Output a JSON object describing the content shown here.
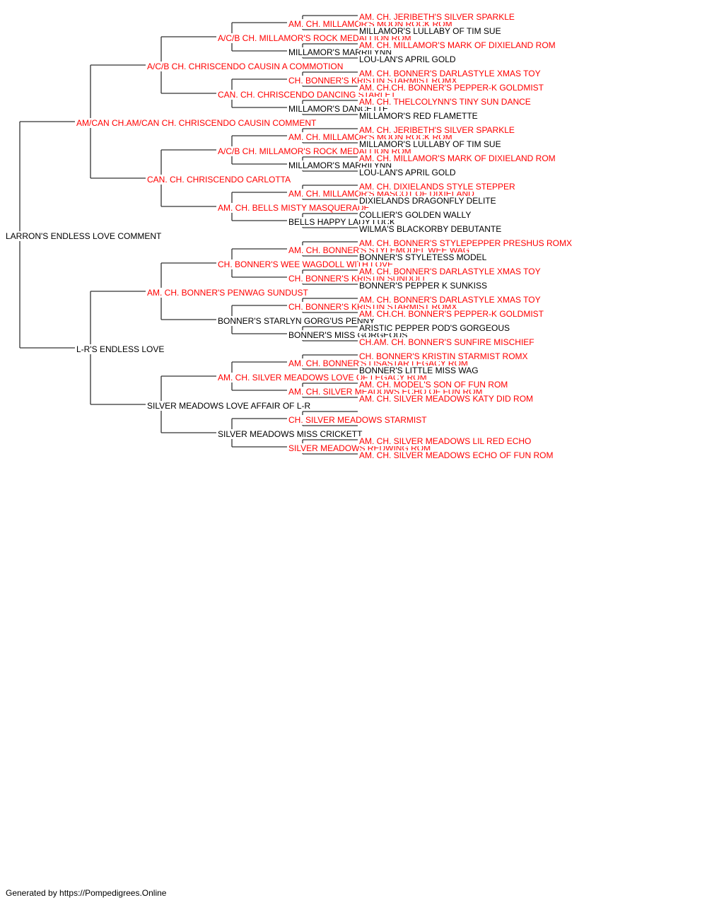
{
  "pedigree": {
    "subject": {
      "name": "LARRON'S ENDLESS LOVE COMMENT",
      "titled": false
    },
    "gen1": [
      {
        "name": "AM/CAN CH.AM/CAN CH. CHRISCENDO CAUSIN COMMENT",
        "titled": true
      },
      {
        "name": "L-R'S ENDLESS LOVE",
        "titled": false
      }
    ],
    "gen2": [
      {
        "name": "A/C/B CH. CHRISCENDO CAUSIN A COMMOTION",
        "titled": true
      },
      {
        "name": "CAN. CH. CHRISCENDO CARLOTTA",
        "titled": true
      },
      {
        "name": "AM. CH. BONNER'S PENWAG SUNDUST",
        "titled": true
      },
      {
        "name": "SILVER MEADOWS LOVE AFFAIR OF L-R",
        "titled": false
      }
    ],
    "gen3": [
      {
        "name": "A/C/B CH. MILLAMOR'S ROCK MEDALLION ROM",
        "titled": true
      },
      {
        "name": "CAN. CH. CHRISCENDO DANCING STARLET",
        "titled": true
      },
      {
        "name": "A/C/B CH. MILLAMOR'S ROCK MEDALLION ROM",
        "titled": true
      },
      {
        "name": "AM. CH. BELLS MISTY MASQUERADE",
        "titled": true
      },
      {
        "name": "CH. BONNER'S WEE WAGDOLL WITH LOVE",
        "titled": true
      },
      {
        "name": "BONNER'S STARLYN GORG'US PENNY",
        "titled": false
      },
      {
        "name": "AM. CH. SILVER MEADOWS LOVE OF LEGACY ROM",
        "titled": true
      },
      {
        "name": "SILVER MEADOWS MISS CRICKETT",
        "titled": false
      }
    ],
    "gen4": [
      {
        "name": "AM. CH. MILLAMOR'S MOON ROCK ROM",
        "titled": true
      },
      {
        "name": "MILLAMOR'S MARRILYNN",
        "titled": false
      },
      {
        "name": "CH. BONNER'S KRISTIN STARMIST ROMX",
        "titled": true
      },
      {
        "name": "MILLAMOR'S DANCETTE",
        "titled": false
      },
      {
        "name": "AM. CH. MILLAMOR'S MOON ROCK ROM",
        "titled": true
      },
      {
        "name": "MILLAMOR'S MARRILYNN",
        "titled": false
      },
      {
        "name": "AM. CH. MILLAMOR'S MASCOT OF DIXIELAND",
        "titled": true
      },
      {
        "name": "BELLS HAPPY LADY LUCK",
        "titled": false
      },
      {
        "name": "AM. CH. BONNER'S STYLEMODEL WEE WAG",
        "titled": true
      },
      {
        "name": "CH. BONNER'S KRISTIN SUNDOLL",
        "titled": true
      },
      {
        "name": "CH. BONNER'S KRISTIN STARMIST ROMX",
        "titled": true
      },
      {
        "name": "BONNER'S MISS GORGEOUS",
        "titled": false
      },
      {
        "name": "AM. CH. BONNER'S LISASTAR LEGACY ROM",
        "titled": true
      },
      {
        "name": "AM. CH. SILVER MEADOWS ECHO OF FUN ROM",
        "titled": true
      },
      {
        "name": "CH. SILVER MEADOWS STARMIST",
        "titled": true
      },
      {
        "name": "SILVER MEADOWS REDWING ROM",
        "titled": true
      }
    ],
    "gen5": [
      {
        "name": "AM. CH. JERIBETH'S SILVER SPARKLE",
        "titled": true
      },
      {
        "name": "MILLAMOR'S LULLABY OF TIM SUE",
        "titled": false
      },
      {
        "name": "AM. CH. MILLAMOR'S MARK OF DIXIELAND ROM",
        "titled": true
      },
      {
        "name": "LOU-LAN'S APRIL GOLD",
        "titled": false
      },
      {
        "name": "AM. CH. BONNER'S DARLASTYLE XMAS TOY",
        "titled": true
      },
      {
        "name": "AM. CH.CH. BONNER'S PEPPER-K GOLDMIST",
        "titled": true
      },
      {
        "name": "AM. CH. THELCOLYNN'S TINY SUN DANCE",
        "titled": true
      },
      {
        "name": "MILLAMOR'S RED FLAMETTE",
        "titled": false
      },
      {
        "name": "AM. CH. JERIBETH'S SILVER SPARKLE",
        "titled": true
      },
      {
        "name": "MILLAMOR'S LULLABY OF TIM SUE",
        "titled": false
      },
      {
        "name": "AM. CH. MILLAMOR'S MARK OF DIXIELAND ROM",
        "titled": true
      },
      {
        "name": "LOU-LAN'S APRIL GOLD",
        "titled": false
      },
      {
        "name": "AM. CH. DIXIELANDS STYLE STEPPER",
        "titled": true
      },
      {
        "name": "DIXIELANDS DRAGONFLY DELITE",
        "titled": false
      },
      {
        "name": "COLLIER'S GOLDEN WALLY",
        "titled": false
      },
      {
        "name": "WILMA'S BLACKORBY DEBUTANTE",
        "titled": false
      },
      {
        "name": "AM. CH. BONNER'S STYLEPEPPER PRESHUS ROMX",
        "titled": true
      },
      {
        "name": "BONNER'S STYLETESS MODEL",
        "titled": false
      },
      {
        "name": "AM. CH. BONNER'S DARLASTYLE XMAS TOY",
        "titled": true
      },
      {
        "name": "BONNER'S PEPPER K SUNKISS",
        "titled": false
      },
      {
        "name": "AM. CH. BONNER'S DARLASTYLE XMAS TOY",
        "titled": true
      },
      {
        "name": "AM. CH.CH. BONNER'S PEPPER-K GOLDMIST",
        "titled": true
      },
      {
        "name": "ARISTIC PEPPER POD'S GORGEOUS",
        "titled": false
      },
      {
        "name": "CH.AM. CH. BONNER'S SUNFIRE MISCHIEF",
        "titled": true
      },
      {
        "name": "CH. BONNER'S KRISTIN STARMIST ROMX",
        "titled": true
      },
      {
        "name": "BONNER'S LITTLE MISS WAG",
        "titled": false
      },
      {
        "name": "AM. CH. MODEL'S SON OF FUN ROM",
        "titled": true
      },
      {
        "name": "AM. CH. SILVER MEADOWS KATY DID ROM",
        "titled": true
      },
      {
        "name": "",
        "titled": false
      },
      {
        "name": "",
        "titled": false
      },
      {
        "name": "AM. CH. SILVER MEADOWS LIL RED ECHO",
        "titled": true
      },
      {
        "name": "AM. CH. SILVER MEADOWS ECHO OF FUN ROM",
        "titled": true
      }
    ]
  },
  "colors": {
    "titled": "#ff0000",
    "untitled": "#000000",
    "line": "#333333"
  },
  "footer": "Generated by https://Pompedigrees.Online"
}
